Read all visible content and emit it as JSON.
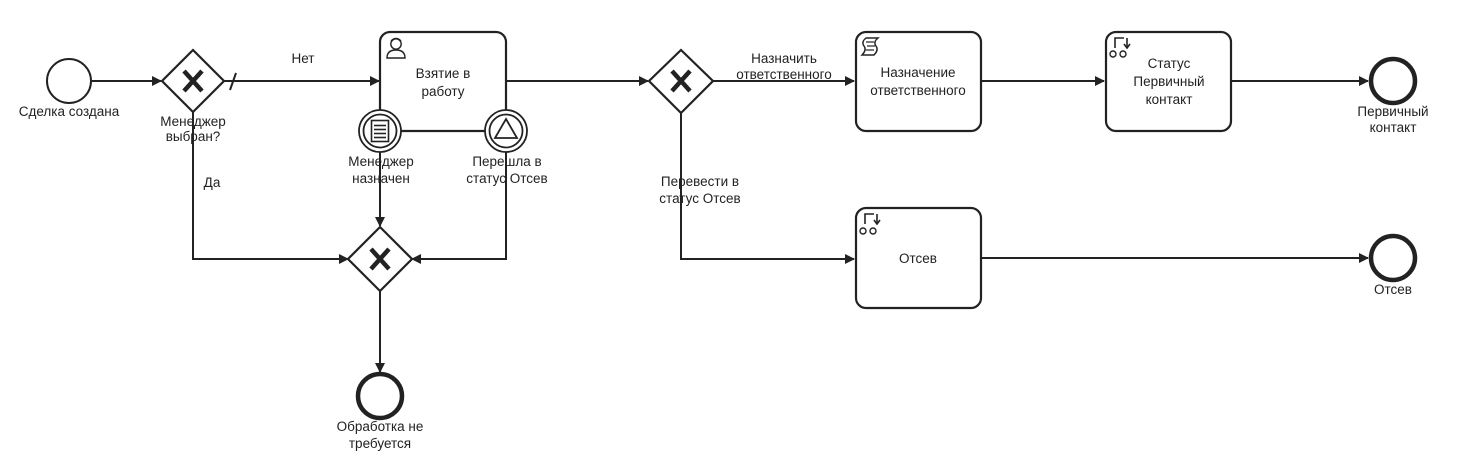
{
  "diagram": {
    "start_event": {
      "lines": [
        "Сделка создана"
      ]
    },
    "gateway_manager": {
      "lines": [
        "Менеджер",
        "выбран?"
      ]
    },
    "flow_no": {
      "lines": [
        "Нет"
      ]
    },
    "flow_yes": {
      "lines": [
        "Да"
      ]
    },
    "task_take": {
      "lines": [
        "Взятие в",
        "работу"
      ],
      "icon": "user-icon"
    },
    "boundary_manager": {
      "lines": [
        "Менеджер",
        "назначен"
      ],
      "icon": "conditional-icon"
    },
    "boundary_status": {
      "lines": [
        "Перешла в",
        "статус Отсев"
      ],
      "icon": "signal-icon"
    },
    "gateway_merge": {
      "lines": []
    },
    "end_no_processing": {
      "lines": [
        "Обработка не",
        "требуется"
      ]
    },
    "gateway_route": {
      "lines": []
    },
    "flow_assign": {
      "lines": [
        "Назначить",
        "ответственного"
      ]
    },
    "flow_reject": {
      "lines": [
        "Перевести в",
        "статус Отсев"
      ]
    },
    "task_assign": {
      "lines": [
        "Назначение",
        "ответственного"
      ],
      "icon": "script-icon"
    },
    "task_status_primary": {
      "lines": [
        "Статус",
        "Первичный",
        "контакт"
      ],
      "icon": "subprocess-icon"
    },
    "end_primary": {
      "lines": [
        "Первичный",
        "контакт"
      ]
    },
    "task_reject": {
      "lines": [
        "Отсев"
      ],
      "icon": "subprocess-icon"
    },
    "end_reject": {
      "lines": [
        "Отсев"
      ]
    }
  },
  "colors": {
    "stroke": "#222222",
    "background": "#ffffff"
  }
}
